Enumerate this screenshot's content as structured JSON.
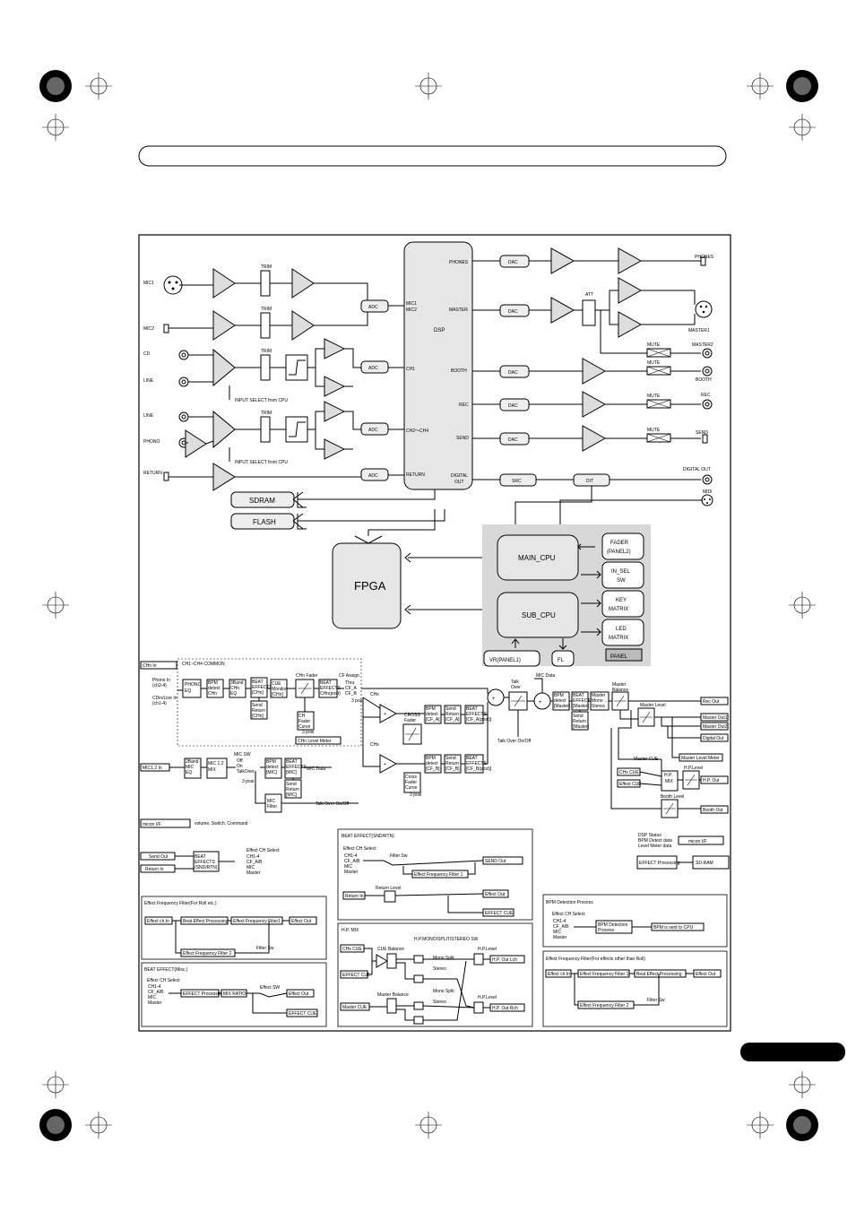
{
  "colors": {
    "ink": "#000000",
    "panel_gray": "#d8d8d8",
    "block_gray": "#e6e6e6",
    "amp_gray": "#dcdcdc"
  },
  "top": {
    "inputs": [
      "MIC1",
      "MIC2",
      "CD",
      "LINE",
      "LINE",
      "PHONO",
      "RETURN"
    ],
    "trim": "TRIM",
    "adc": "ADC",
    "dac": "DAC",
    "src": "SRC",
    "dit": "DIT",
    "att": "ATT",
    "mute": "MUTE",
    "input_select": "INPUT SELECT from CPU",
    "dsp": {
      "title": "DSP",
      "in_mic": "MIC1\nMIC2",
      "in_ch1": "CH1",
      "in_ch24": "CH2～CH4",
      "in_return": "RETURN",
      "out_phones": "PHONES",
      "out_master": "MASTER",
      "out_booth": "BOOTH",
      "out_rec": "REC",
      "out_send": "SEND",
      "out_digital": "DIGITAL\nOUT"
    },
    "outputs": {
      "phones": "PHONES",
      "master2": "MASTER2",
      "master1": "MASTER1",
      "booth": "BOOTH",
      "rec": "REC",
      "send": "SEND",
      "digital_out": "DIGITAL OUT",
      "midi": "MIDI"
    },
    "sdram": "SDRAM",
    "flash": "FLASH",
    "fpga": "FPGA",
    "main_cpu": "MAIN_CPU",
    "sub_cpu": "SUB_CPU",
    "panel": {
      "fader": "FADER\n(PANEL2)",
      "in_sel": "IN_SEL\nSW",
      "key": "KEY\nMATRIX",
      "led": "LED\nMATRIX",
      "vr": "VR(PANEL1)",
      "fl": "FL",
      "label": "PANEL"
    }
  },
  "flow": {
    "chn_in": "CHn In",
    "ch_common": "CH1~CH4 COMMON",
    "phono_in": "Phono In\n(ch2-4)",
    "cd_in": "CDin/Line In\n(ch1-4)",
    "phono_eq": "PHONO\nEQ",
    "bpm_chn": "BPM\ndetect\nCHn",
    "eq3_chn": "3Band\nCHn\nEQ",
    "beat_chn": "BEAT\nEFFECTS\n[CHn]",
    "cue_chn": "CUE\nMonitor\n[CHn]",
    "send_ret_chn": "Send\nReturn\n[CHn]",
    "ch_fader": "CHn Fader",
    "ch_fader_curve": "CH\nFader\nCurve",
    "three_posi": "3 posi",
    "chn_level_meter": "CHn Level Meter",
    "cf_assign": "CF Assign",
    "cf_opts": "Thru\nCF_A\nCF_B",
    "chx": "CHx",
    "cross_fader": "CROSS\nFader",
    "cross_fader_curve": "Cross\nFader\nCurve",
    "bpm_cfa": "BPM\ndetect\n[CF_A]",
    "send_cfa": "Send\nReturn\n[CF_A]",
    "beat_cfa": "BEAT\nEFFECTS\n[CF_A(post)]",
    "bpm_cfb": "BPM\ndetect\n[CF_B]",
    "send_cfb": "Send\nReturn\n[CF_B]",
    "beat_cfb": "BEAT\nEFFECTS\n[CF_B(post)]",
    "mic_data": "MIC Data",
    "talk_over": "Talk\nOver",
    "talk_over_onoff": "Talk Over On/Off",
    "bpm_master": "BPM\ndetect\n[Master]",
    "beat_master": "BEAT\nEFFECTS\n[Master]",
    "send_master": "Send\nReturn\n[Master]",
    "master_mono": "Master\nMono ←→\nStereo",
    "master_balance": "Master\nBalance",
    "rec_out": "Rec Out",
    "master_level": "Master Level",
    "master_out1": "Master Out1",
    "master_out2": "Master Out2",
    "digital_out": "Digital Out",
    "master_level_meter": "Master Level Meter",
    "master_cue": "Master CUE",
    "chx_cue": "CHx CUE",
    "effect_cue": "Effect CUE",
    "hp_mix": "H.P.\nMIX",
    "hp_level": "H.P.Level",
    "hp_out": "H.P. Out",
    "booth_level": "Booth Level",
    "booth_out": "Booth Out",
    "mic12_in": "MIC1,2 In",
    "mic_eq": "2Band\nMIC\nEQ",
    "mic_mix": "MIC 1,2\nMIX",
    "mic_sw": "MIC SW",
    "mic_sw_opts": "Off\nOn\nTalkOver",
    "bpm_mic": "BPM\ndetect\n[MIC]",
    "beat_mic": "BEAT\nEFFECTS\n[MIC]",
    "send_mic": "Send\nReturn\n[MIC]",
    "mic_filter": "MIC\nFilter",
    "micon_if": "micon I/F",
    "micon_note": "volume, Switch, Command",
    "send_out": "Send Out",
    "return_in": "Return In",
    "beat_sndrtn": "BEAT\nEFFECTS\n(SND/RTN)",
    "effect_ch_select": "Effect CH Select",
    "sel_opts": [
      "CH1-4",
      "CF_A/B",
      "MIC",
      "Master"
    ],
    "dsp_status": "DSP Status\nBPM Detect data\nLevel Meter data",
    "effect_processing": "EFFECT Processing",
    "sd_ram": "SD-RAM"
  },
  "sub": {
    "bfx_title": "BEAT EFFECT(SND/RTN)",
    "filter_sw": "Filter Sw",
    "send_out_b": "SEND Out",
    "eff_filter1": "Effect Frequency Filter 1",
    "return_level": "Return Level",
    "return_in_b": "Return In",
    "effect_out": "Effect Out",
    "effect_cue": "EFFECT CUE",
    "eff_roll_title": "Effect Frequency Filter(For Roll etc.)",
    "effect_chin": "Effect ch.In",
    "beat_eff_proc": "Beat Effect Processing",
    "eff_filter1b": "Effect Frequency Filter1",
    "eff_filter2": "Effect Frequency Filter 2",
    "filter_sw2": "Filter Sw",
    "misc_title": "BEAT EFFECT(Misc.)",
    "effect_sw": "Effect SW",
    "effect_processing2": "EFFECT Processing",
    "mix_ratio": "MIX RATIO",
    "hp_title": "H.P. MIX",
    "hp_modes": "H.P.MONO/SPLIT/STEREO SW",
    "cue_balance": "CUE Balance",
    "master_balance2": "Master Balance",
    "mono_split": "Mono Split",
    "stereo": "Stereo",
    "hp_level2": "H.P.Level",
    "hp_out_lch": "H.P. Out Lch",
    "hp_out_rch": "H.P. Out Rch",
    "bpm_title": "BPM Detection Process",
    "bpm_proc": "BPM Detection\nProcess",
    "bpm_cpu": "BPM is sent to CPU",
    "eff_other_title": "Effect Frequency Filter(For effects other than Roll)"
  }
}
